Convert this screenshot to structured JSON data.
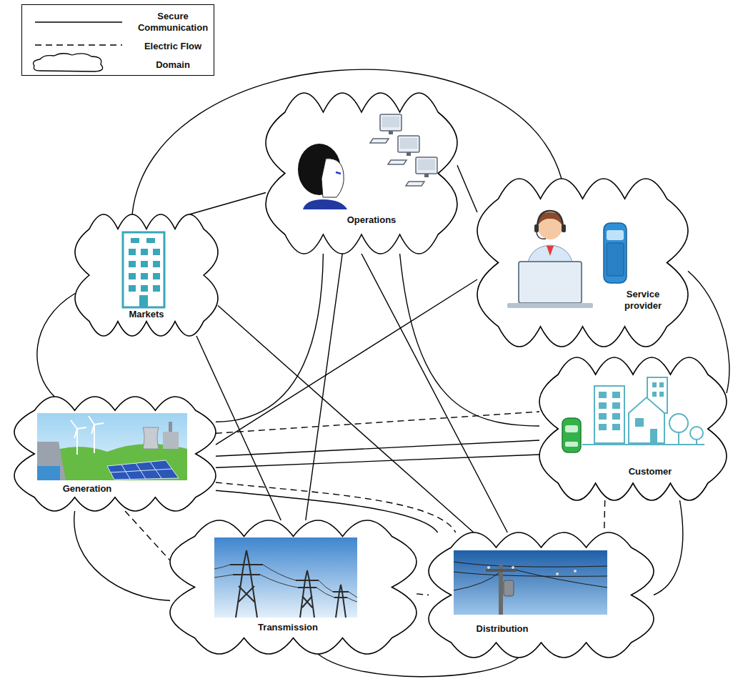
{
  "diagram": {
    "nodes": [
      {
        "text": [
          "Operations"
        ]
      },
      {
        "text": [
          "Markets"
        ]
      },
      {
        "text": [
          "Service provider"
        ]
      },
      {
        "text": [
          "Customer"
        ]
      },
      {
        "text": [
          "Generation"
        ]
      },
      {
        "text": [
          "Transmission"
        ]
      },
      {
        "text": [
          "Distribution"
        ]
      }
    ],
    "edges": [
      {
        "from": 1,
        "to": 0,
        "arrow": "none"
      },
      {
        "from": 1,
        "to": 2,
        "arrow": "none"
      },
      {
        "from": 0,
        "to": 2,
        "arrow": "none"
      },
      {
        "from": 2,
        "to": 3,
        "arrow": "none"
      },
      {
        "from": 1,
        "to": 4,
        "arrow": "none"
      },
      {
        "from": 1,
        "to": 5,
        "arrow": "none"
      },
      {
        "from": 1,
        "to": 6,
        "arrow": "none"
      },
      {
        "from": 0,
        "to": 4,
        "arrow": "none"
      },
      {
        "from": 0,
        "to": 5,
        "arrow": "none"
      },
      {
        "from": 0,
        "to": 6,
        "arrow": "none"
      },
      {
        "from": 0,
        "to": 3,
        "arrow": "none"
      },
      {
        "from": 2,
        "to": 4,
        "arrow": "none"
      },
      {
        "from": 4,
        "to": 3,
        "arrow": "none"
      },
      {
        "from": 4,
        "to": 3,
        "arrow": "none"
      },
      {
        "from": 4,
        "to": 6,
        "arrow": "none"
      },
      {
        "from": 4,
        "to": 5,
        "arrow": "none"
      },
      {
        "from": 5,
        "to": 6,
        "arrow": "none"
      },
      {
        "from": 3,
        "to": 6,
        "arrow": "none"
      },
      {
        "from": 4,
        "to": 3,
        "arrow": "none"
      },
      {
        "from": 4,
        "to": 5,
        "arrow": "none"
      },
      {
        "from": 4,
        "to": 6,
        "arrow": "none"
      },
      {
        "from": 5,
        "to": 6,
        "arrow": "none"
      },
      {
        "from": 3,
        "to": 6,
        "arrow": "none"
      }
    ],
    "legend": [
      {
        "text": "Secure Communication"
      },
      {
        "text": "Electric Flow"
      },
      {
        "text": "Domain"
      }
    ]
  }
}
